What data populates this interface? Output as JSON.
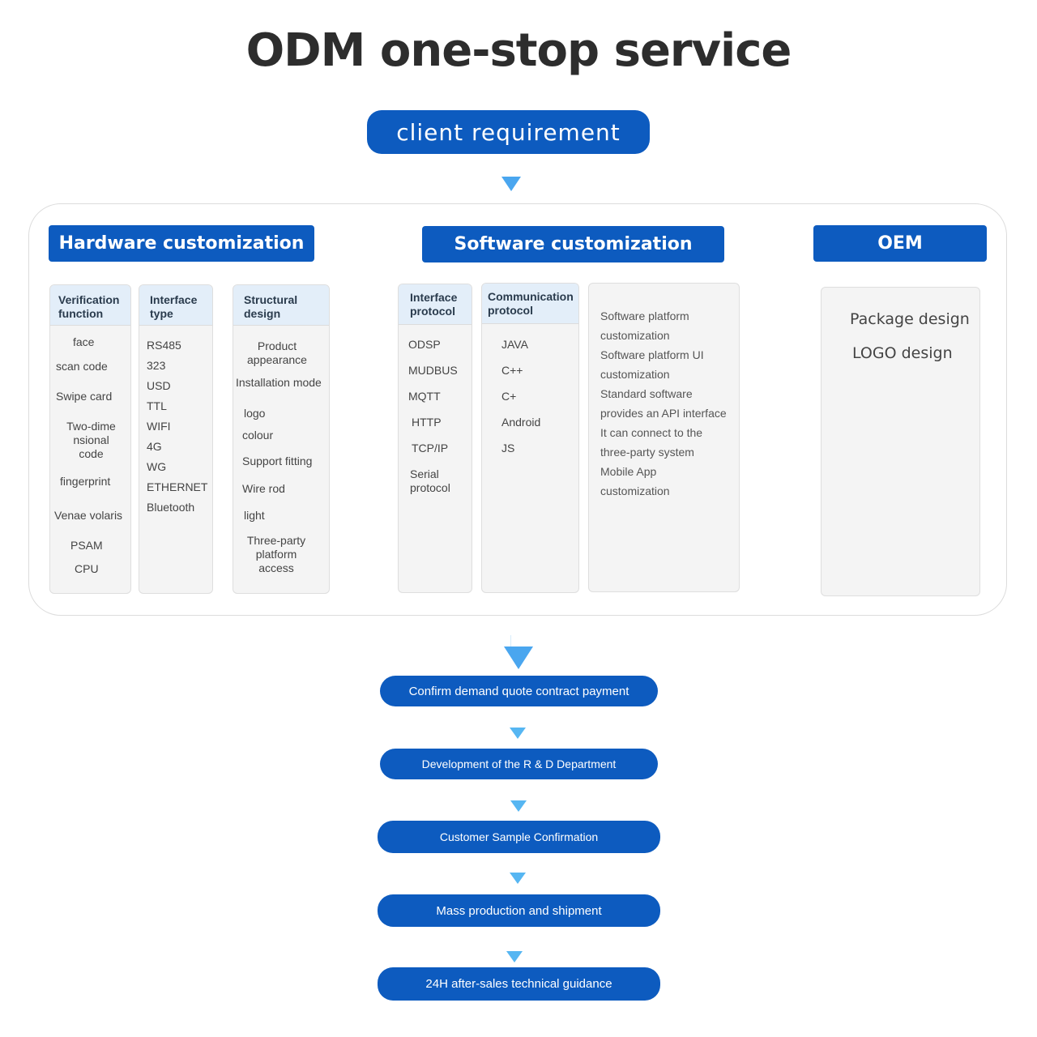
{
  "title": "ODM one-stop service",
  "requirement": "client  requirement",
  "hardware": {
    "heading": "Hardware customization",
    "columns": [
      {
        "header": [
          "Verification",
          "function"
        ],
        "items": [
          "face",
          "scan  code",
          "Swipe card",
          [
            "Two-dime",
            "nsional",
            "code"
          ],
          "fingerprint",
          "Venae volaris",
          "PSAM",
          "CPU"
        ]
      },
      {
        "header": [
          "Interface",
          "type"
        ],
        "items": [
          "RS485",
          "323",
          "USD",
          "TTL",
          "WIFI",
          "4G",
          "WG",
          "ETHERNET",
          "Bluetooth"
        ]
      },
      {
        "header": [
          "Structural",
          "design"
        ],
        "items": [
          [
            "Product",
            "appearance"
          ],
          "Installation mode",
          "logo",
          "colour",
          "Support fitting",
          "Wire rod",
          "light",
          [
            "Three-party",
            "platform",
            "access"
          ]
        ]
      }
    ]
  },
  "software": {
    "heading": "Software customization",
    "columns": [
      {
        "header": [
          "Interface",
          "protocol"
        ],
        "items": [
          "ODSP",
          "MUDBUS",
          "MQTT",
          "HTTP",
          "TCP/IP",
          [
            "Serial",
            "protocol"
          ]
        ]
      },
      {
        "header": [
          "Communication",
          "protocol"
        ],
        "items": [
          "JAVA",
          "C++",
          "C+",
          "Android",
          "JS"
        ]
      }
    ],
    "details": [
      "Software platform",
      "customization",
      "Software platform UI",
      "customization",
      "Standard software",
      "provides an API interface",
      "It can connect to the",
      "three-party system",
      "Mobile App",
      "customization"
    ]
  },
  "oem": {
    "heading": "OEM",
    "items": [
      "Package design",
      "LOGO design"
    ]
  },
  "steps": [
    "Confirm demand quote contract payment",
    "Development of the R & D Department",
    "Customer Sample Confirmation",
    "Mass production and shipment",
    "24H after-sales technical guidance"
  ],
  "colors": {
    "primary": "#0d5bbf",
    "arrow": "#4aa6ef",
    "header_bg": "#e3eef9"
  }
}
